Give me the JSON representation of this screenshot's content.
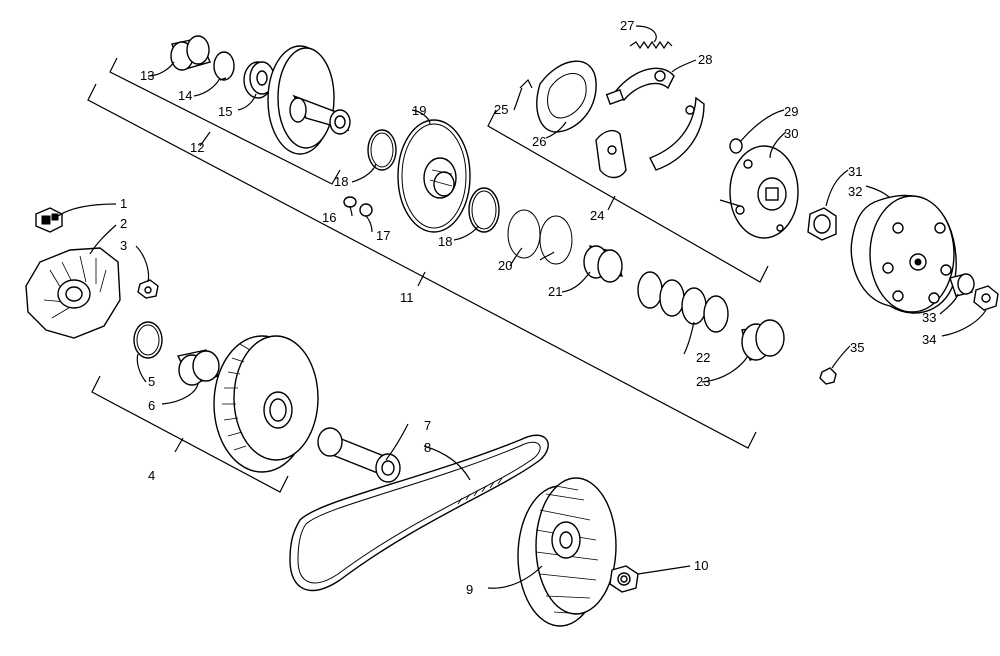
{
  "diagram": {
    "callouts": [
      "1",
      "2",
      "3",
      "4",
      "5",
      "6",
      "7",
      "8",
      "9",
      "10",
      "11",
      "12",
      "13",
      "14",
      "15",
      "16",
      "17",
      "18",
      "18",
      "19",
      "20",
      "21",
      "22",
      "23",
      "24",
      "25",
      "26",
      "27",
      "28",
      "29",
      "30",
      "31",
      "32",
      "33",
      "34",
      "35"
    ]
  }
}
